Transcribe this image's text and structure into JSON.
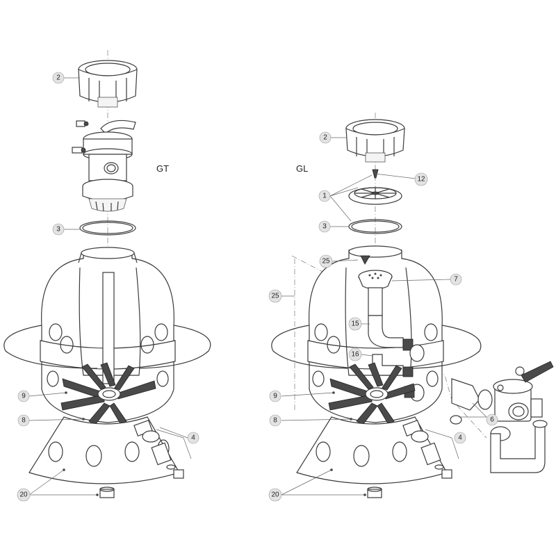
{
  "model_labels": {
    "left": "GT",
    "right": "GL"
  },
  "callouts": {
    "left_2": "2",
    "left_3": "3",
    "left_9": "9",
    "left_8": "8",
    "left_4": "4",
    "left_20": "20",
    "right_2": "2",
    "right_12": "12",
    "right_1": "1",
    "right_3": "3",
    "right_25a": "25",
    "right_25b": "25",
    "right_7": "7",
    "right_15": "15",
    "right_16": "16",
    "right_9": "9",
    "right_8": "8",
    "right_6": "6",
    "right_4": "4",
    "right_20": "20"
  }
}
